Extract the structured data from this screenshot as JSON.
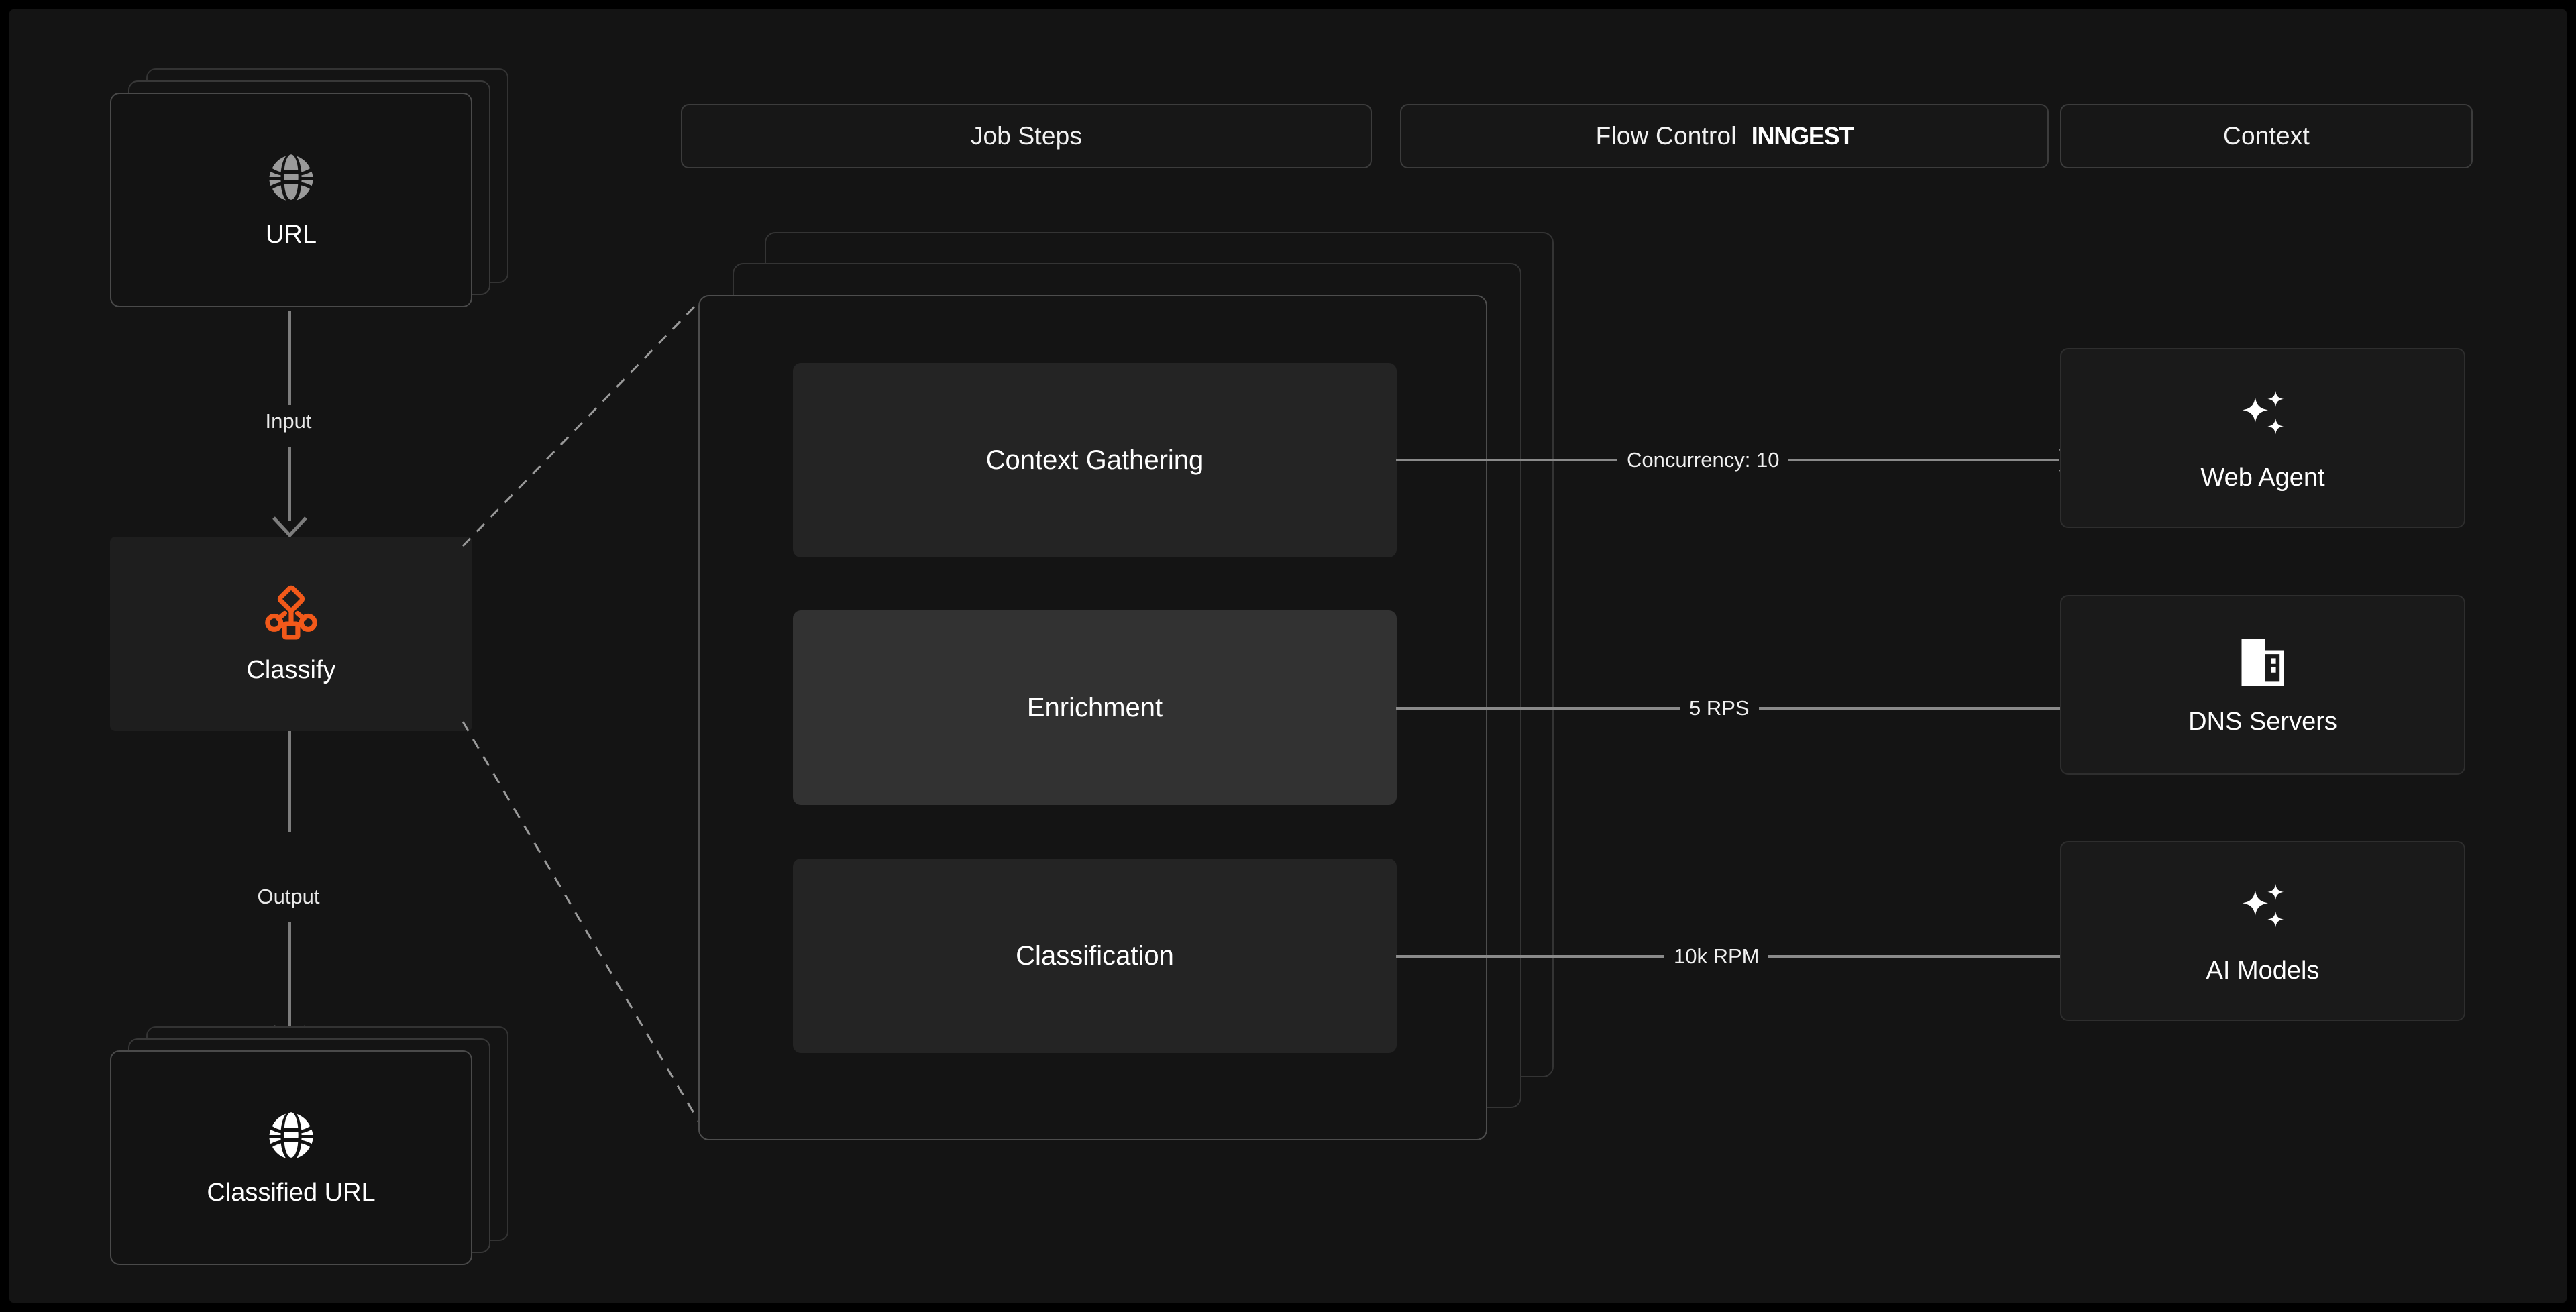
{
  "header": {
    "pills": [
      {
        "label": "Job Steps",
        "brand": ""
      },
      {
        "label": "Flow Control",
        "brand": "INNGEST"
      },
      {
        "label": "Context",
        "brand": ""
      }
    ]
  },
  "pipeline": {
    "input_node": {
      "label": "URL",
      "icon": "globe-icon"
    },
    "process_node": {
      "label": "Classify",
      "icon": "workflow-icon",
      "accent": "#F2591A"
    },
    "output_node": {
      "label": "Classified URL",
      "icon": "globe-icon"
    },
    "edges": [
      {
        "label": "Input"
      },
      {
        "label": "Output"
      }
    ]
  },
  "job_steps": [
    {
      "label": "Context Gathering",
      "state": "normal"
    },
    {
      "label": "Enrichment",
      "state": "highlighted"
    },
    {
      "label": "Classification",
      "state": "normal"
    }
  ],
  "flow_control": [
    {
      "label": "Concurrency: 10"
    },
    {
      "label": "5 RPS"
    },
    {
      "label": "10k RPM"
    }
  ],
  "context": [
    {
      "label": "Web Agent",
      "icon": "sparkles-icon"
    },
    {
      "label": "DNS Servers",
      "icon": "building-icon"
    },
    {
      "label": "AI Models",
      "icon": "sparkles-icon"
    }
  ],
  "colors": {
    "background": "#141414",
    "accent": "#F2591A",
    "card": "#1a1a1a",
    "border": "#3a3a3a",
    "text": "#ffffff",
    "muted": "#8a8a8a"
  }
}
